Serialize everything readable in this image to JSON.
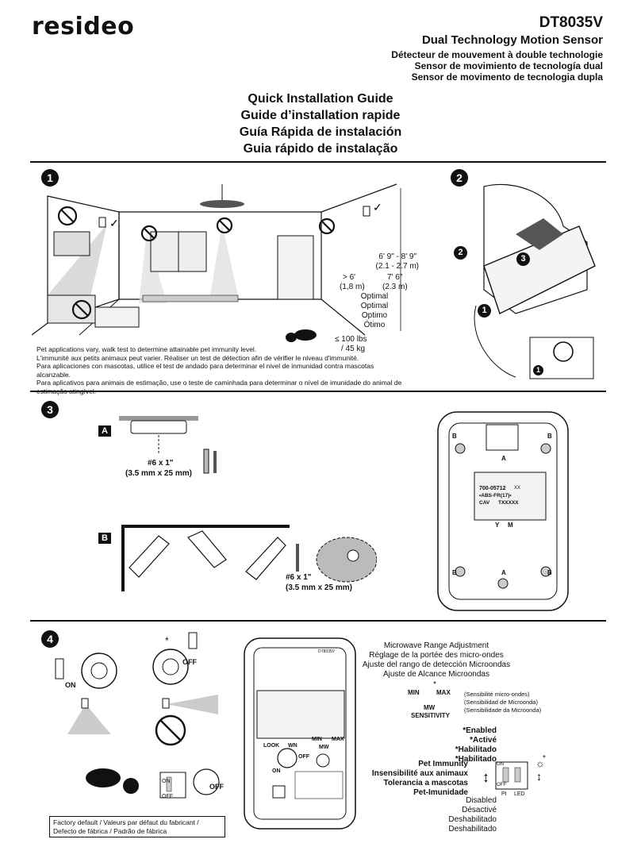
{
  "header": {
    "brand": "resideo",
    "model": "DT8035V",
    "product_en": "Dual Technology Motion Sensor",
    "product_fr": "Détecteur de mouvement à double technologie",
    "product_es": "Sensor de movimiento de tecnología dual",
    "product_pt": "Sensor de movimento de tecnologia dupla"
  },
  "guide_titles": [
    "Quick Installation Guide",
    "Guide d’installation rapide",
    "Guía Rápida de instalación",
    "Guia rápido de instalação"
  ],
  "step1": {
    "number": "1",
    "height_range": "6' 9\" - 8' 9\"",
    "height_range_m": "(2.1 - 2.7 m)",
    "height_min": "> 6'",
    "height_min_m": "(1,8 m)",
    "optimal_height": "7' 6\"",
    "optimal_height_m": "(2.3 m)",
    "optimal_labels": [
      "Optimal",
      "Optimal",
      "Optimo",
      "Ótimo"
    ],
    "pet_weight": "≤ 100 lbs",
    "pet_weight_kg": "/ 45 kg",
    "notes": [
      "Pet applications vary, walk test to determine attainable pet immunity level.",
      "L'immunité aux petits animaux peut varier. Réaliser un test de détection afin de vérifier le niveau d'immunité.",
      "Para aplicaciones con mascotas, utilice el test de andado para determinar el nivel de inmunidad contra mascotas alcanzable.",
      "Para aplicativos para animais de estimação, use o teste de caminhada para determinar o nível de imunidade do animal de",
      "estimação atingível."
    ]
  },
  "step2": {
    "number": "2",
    "callouts": [
      "2",
      "3",
      "1",
      "1"
    ]
  },
  "step3": {
    "number": "3",
    "label_a": "A",
    "label_b": "B",
    "screw_a": "#6 x 1\"",
    "screw_a_mm": "(3.5 mm x 25 mm)",
    "screw_b": "#6 x 1\"",
    "screw_b_mm": "(3.5 mm x 25 mm)",
    "board_code": "700-05712",
    "board_xx": "XX",
    "board_mat": "•ABS-FR(17)•",
    "board_cav": "CAV",
    "board_txx": "TXXXXX",
    "pcb_labels": [
      "B",
      "B",
      "A",
      "B",
      "B",
      "A",
      "Y",
      "M"
    ]
  },
  "step4": {
    "number": "4",
    "on_label": "ON",
    "off_label": "OFF",
    "star": "*",
    "mw_title": [
      "Microwave Range Adjustment",
      "Réglage de la portée des micro-ondes",
      "Ajuste del rango de detección Microondas",
      "Ajuste de Alcance Microondas"
    ],
    "mw_min": "MIN",
    "mw_max": "MAX",
    "mw_sensitivity": "MW",
    "mw_sensitivity2": "SENSITIVITY",
    "mw_sens_langs": [
      "(Sensibilité micro-ondes)",
      "(Sensibilidad de Microonda)",
      "(Sensibilidade da Microonda)"
    ],
    "enabled": [
      "*Enabled",
      "*Activé",
      "*Habilitado",
      "*Habilitado"
    ],
    "pet_immunity": [
      "Pet Immunity",
      "Insensibilité aux animaux",
      "Tolerancia a mascotas",
      "Pet-Imunidade"
    ],
    "disabled": [
      "Disabled",
      "Désactivé",
      "Deshabilitado",
      "Deshabilitado"
    ],
    "board_model": "DT8035V",
    "board_look": "LOOK",
    "board_wn": "WN",
    "board_min": "MIN",
    "board_max": "MAX",
    "board_mw": "MW",
    "board_on": "ON",
    "board_off": "OFF",
    "switch_on": "ON",
    "switch_off": "OFF",
    "switch_pi": "PI",
    "switch_led": "LED",
    "factory_default": [
      "Factory default / Valeurs par défaut du fabricant /",
      "Defecto de fábrica / Padrão de fábrica"
    ]
  }
}
